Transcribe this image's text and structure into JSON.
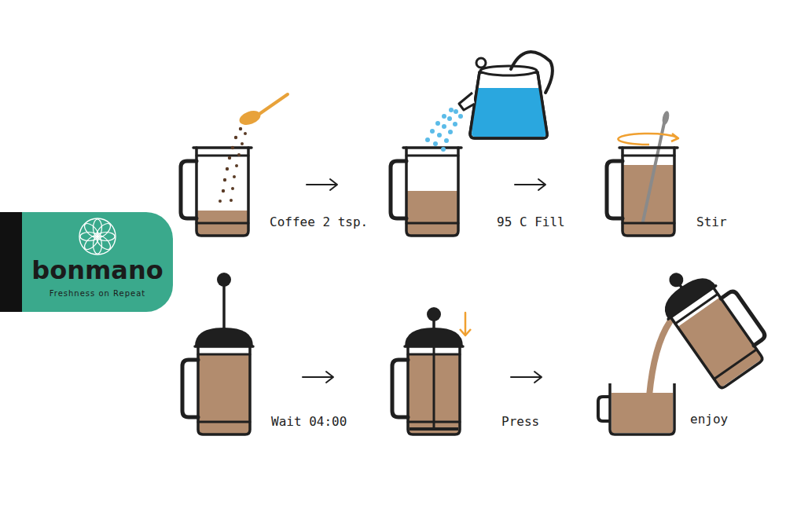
{
  "diagram": {
    "nodes": [
      {
        "text": [
          "bonmano",
          "Freshness on Repeat"
        ]
      }
    ],
    "labels": [
      "Coffee 2 tsp.",
      "95 C Fill",
      "Stir",
      "Wait 04:00",
      "Press",
      "enjoy"
    ]
  }
}
